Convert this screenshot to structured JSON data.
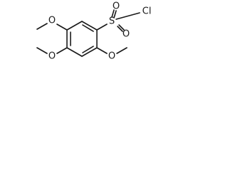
{
  "molecule": {
    "atoms": {
      "sulfur": "S",
      "oxygen_upper": "O",
      "oxygen_lower": "O",
      "chlorine": "Cl",
      "methoxy_o_top_left": "O",
      "methoxy_o_left": "O",
      "methoxy_o_bottom_right": "O"
    }
  }
}
